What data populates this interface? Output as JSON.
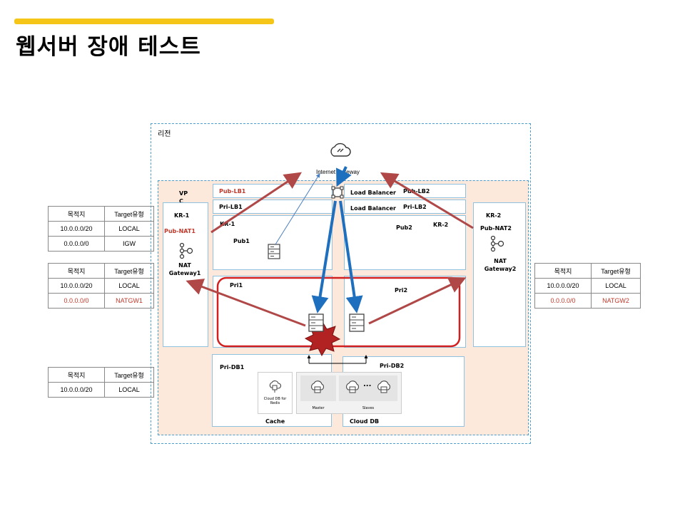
{
  "page": {
    "title": "웹서버 장애 테스트"
  },
  "diagram": {
    "region_label": "리전",
    "vpc_label": "VP\nC",
    "igw_label": "Internet Gateway",
    "subnets": {
      "pub_lb1": "Pub-LB1",
      "pri_lb1": "Pri-LB1",
      "pub_lb2": "Pub-LB2",
      "pri_lb2": "Pri-LB2",
      "lb_text_1": "Load Balancer",
      "lb_text_2": "Load Balancer",
      "kr1_left": "KR-1",
      "kr1_inner": "KR-1",
      "kr2_right": "KR-2",
      "kr2_inner": "KR-2",
      "pub_nat1": "Pub-NAT1",
      "pub_nat2": "Pub-NAT2",
      "pub1": "Pub1",
      "pub2": "Pub2",
      "pri1": "Pri1",
      "pri2": "Pri2",
      "pri_db1": "Pri-DB1",
      "pri_db2": "Pri-DB2",
      "nat_gw1": "NAT Gateway1",
      "nat_gw2": "NAT Gateway2",
      "cache": "Cache",
      "cloud_db": "Cloud DB",
      "redis": "Cloud DB for Redis",
      "master": "Master",
      "slaves": "Slaves",
      "dots": "..."
    },
    "colors": {
      "accent": "#f5c518",
      "arrow_red": "#b04848",
      "arrow_blue": "#1f6fbf",
      "failure_box": "#d22020"
    }
  },
  "route_tables": [
    {
      "header": [
        "목적지",
        "Target유형"
      ],
      "rows": [
        [
          "10.0.0.0/20",
          "LOCAL"
        ],
        [
          "0.0.0.0/0",
          "IGW"
        ]
      ],
      "red_rows": []
    },
    {
      "header": [
        "목적지",
        "Target유형"
      ],
      "rows": [
        [
          "10.0.0.0/20",
          "LOCAL"
        ],
        [
          "0.0.0.0/0",
          "NATGW1"
        ]
      ],
      "red_rows": [
        1
      ]
    },
    {
      "header": [
        "목적지",
        "Target유형"
      ],
      "rows": [
        [
          "10.0.0.0/20",
          "LOCAL"
        ],
        [
          "0.0.0.0/0",
          "NATGW2"
        ]
      ],
      "red_rows": [
        1
      ]
    },
    {
      "header": [
        "목적지",
        "Target유형"
      ],
      "rows": [
        [
          "10.0.0.0/20",
          "LOCAL"
        ]
      ],
      "red_rows": []
    }
  ]
}
